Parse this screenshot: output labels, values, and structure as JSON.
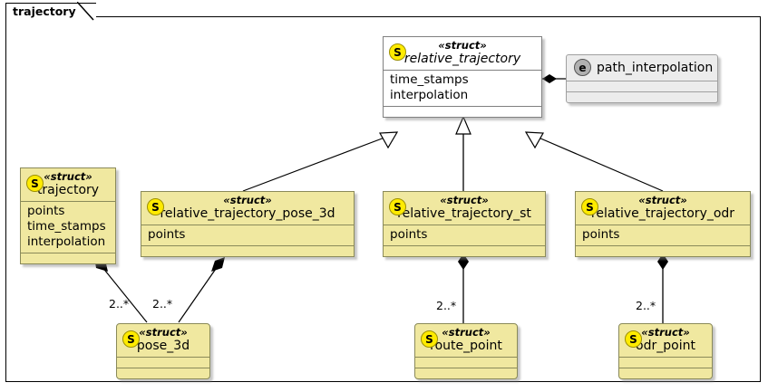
{
  "package": {
    "name": "trajectory"
  },
  "icons": {
    "struct": "S",
    "enum": "e"
  },
  "stereotype_label": "«struct»",
  "classes": {
    "relative_trajectory": {
      "stereotype": "«struct»",
      "name": "relative_trajectory",
      "icon": "struct-icon",
      "attributes": [
        "time_stamps",
        "interpolation"
      ]
    },
    "path_interpolation": {
      "name": "path_interpolation",
      "icon": "enum-icon",
      "attributes": []
    },
    "trajectory": {
      "stereotype": "«struct»",
      "name": "trajectory",
      "icon": "struct-icon",
      "attributes": [
        "points",
        "time_stamps",
        "interpolation"
      ]
    },
    "relative_trajectory_pose_3d": {
      "stereotype": "«struct»",
      "name": "relative_trajectory_pose_3d",
      "icon": "struct-icon",
      "attributes": [
        "points"
      ]
    },
    "relative_trajectory_st": {
      "stereotype": "«struct»",
      "name": "relative_trajectory_st",
      "icon": "struct-icon",
      "attributes": [
        "points"
      ]
    },
    "relative_trajectory_odr": {
      "stereotype": "«struct»",
      "name": "relative_trajectory_odr",
      "icon": "struct-icon",
      "attributes": [
        "points"
      ]
    },
    "pose_3d": {
      "stereotype": "«struct»",
      "name": "pose_3d",
      "icon": "struct-icon",
      "attributes": []
    },
    "route_point": {
      "stereotype": "«struct»",
      "name": "route_point",
      "icon": "struct-icon",
      "attributes": []
    },
    "odr_point": {
      "stereotype": "«struct»",
      "name": "odr_point",
      "icon": "struct-icon",
      "attributes": []
    }
  },
  "relationships": {
    "multiplicities": {
      "trajectory_pose_3d": "2..*",
      "pose_3d_rel_pose_3d": "2..*",
      "rel_st_route_point": "2..*",
      "rel_odr_odr_point": "2..*"
    }
  },
  "colors": {
    "struct_fill": "#f0e8a0",
    "struct_border": "#8a8a5a",
    "white_fill": "#ffffff",
    "enum_fill": "#ececec",
    "enum_border": "#a0a0a0",
    "struct_icon": "#ffeb00",
    "enum_icon": "#b0b0b0",
    "line": "#000000"
  }
}
